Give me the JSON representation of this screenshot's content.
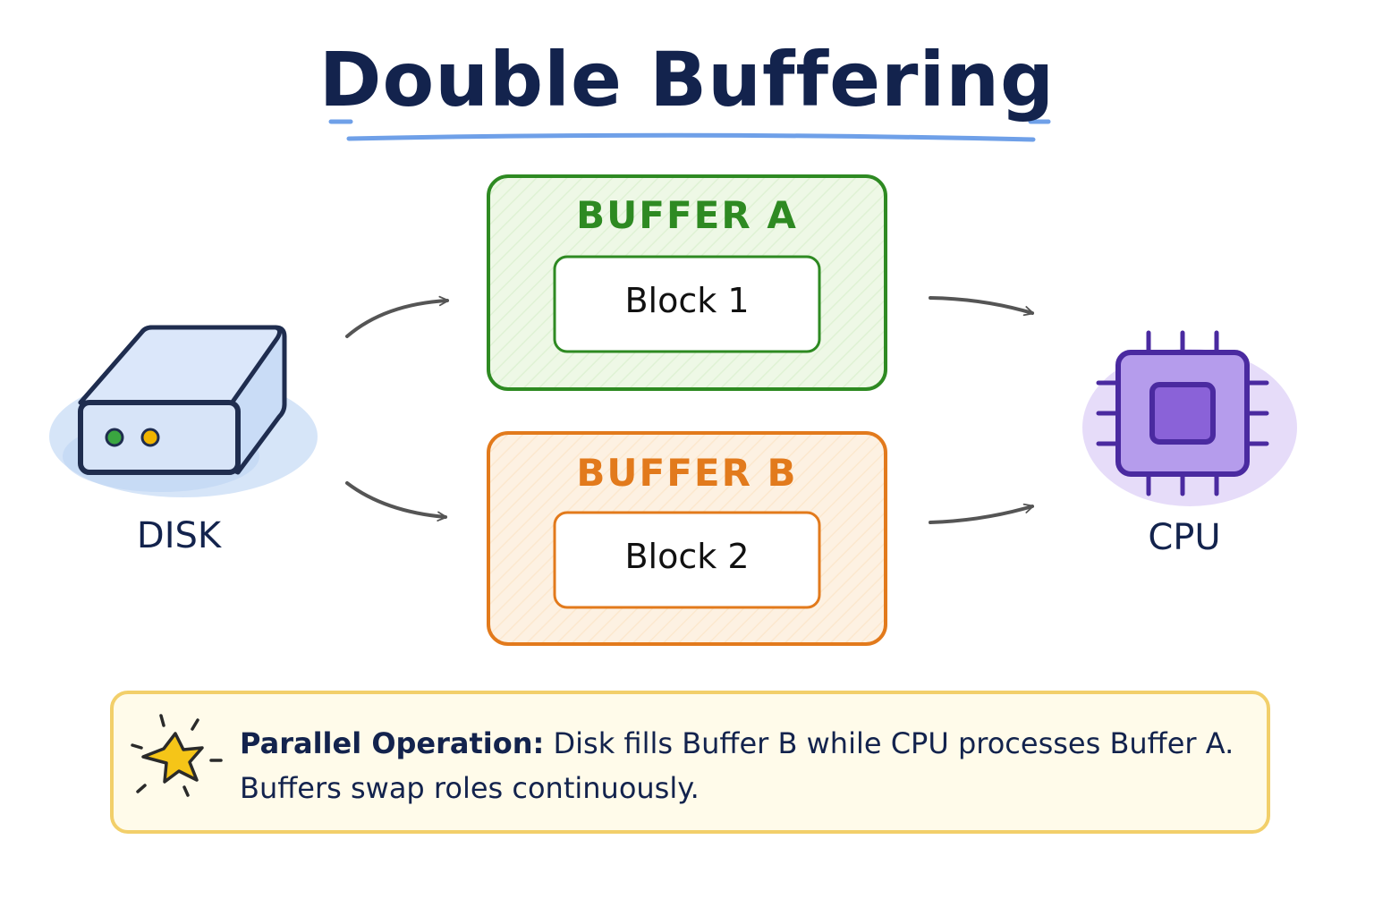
{
  "title": "Double Buffering",
  "buffers": [
    {
      "name": "BUFFER A",
      "block": "Block 1",
      "color": "#2e8a22",
      "fill": "#eef8e6"
    },
    {
      "name": "BUFFER B",
      "block": "Block 2",
      "color": "#e27a1c",
      "fill": "#fdf1e2"
    }
  ],
  "source": {
    "label": "DISK",
    "icon": "disk-drive-icon"
  },
  "sink": {
    "label": "CPU",
    "icon": "cpu-chip-icon"
  },
  "note": {
    "icon": "star-icon",
    "heading": "Parallel Operation:",
    "text": "Disk fills Buffer B while CPU processes Buffer A. Buffers swap roles continuously."
  },
  "colors": {
    "title": "#13234d",
    "underline": "#6fa0e8",
    "arrow": "#555555",
    "disk": "#b9cff2",
    "cpu": "#a98be6",
    "note_border": "#f2cf6a",
    "note_fill": "#fffbea"
  }
}
